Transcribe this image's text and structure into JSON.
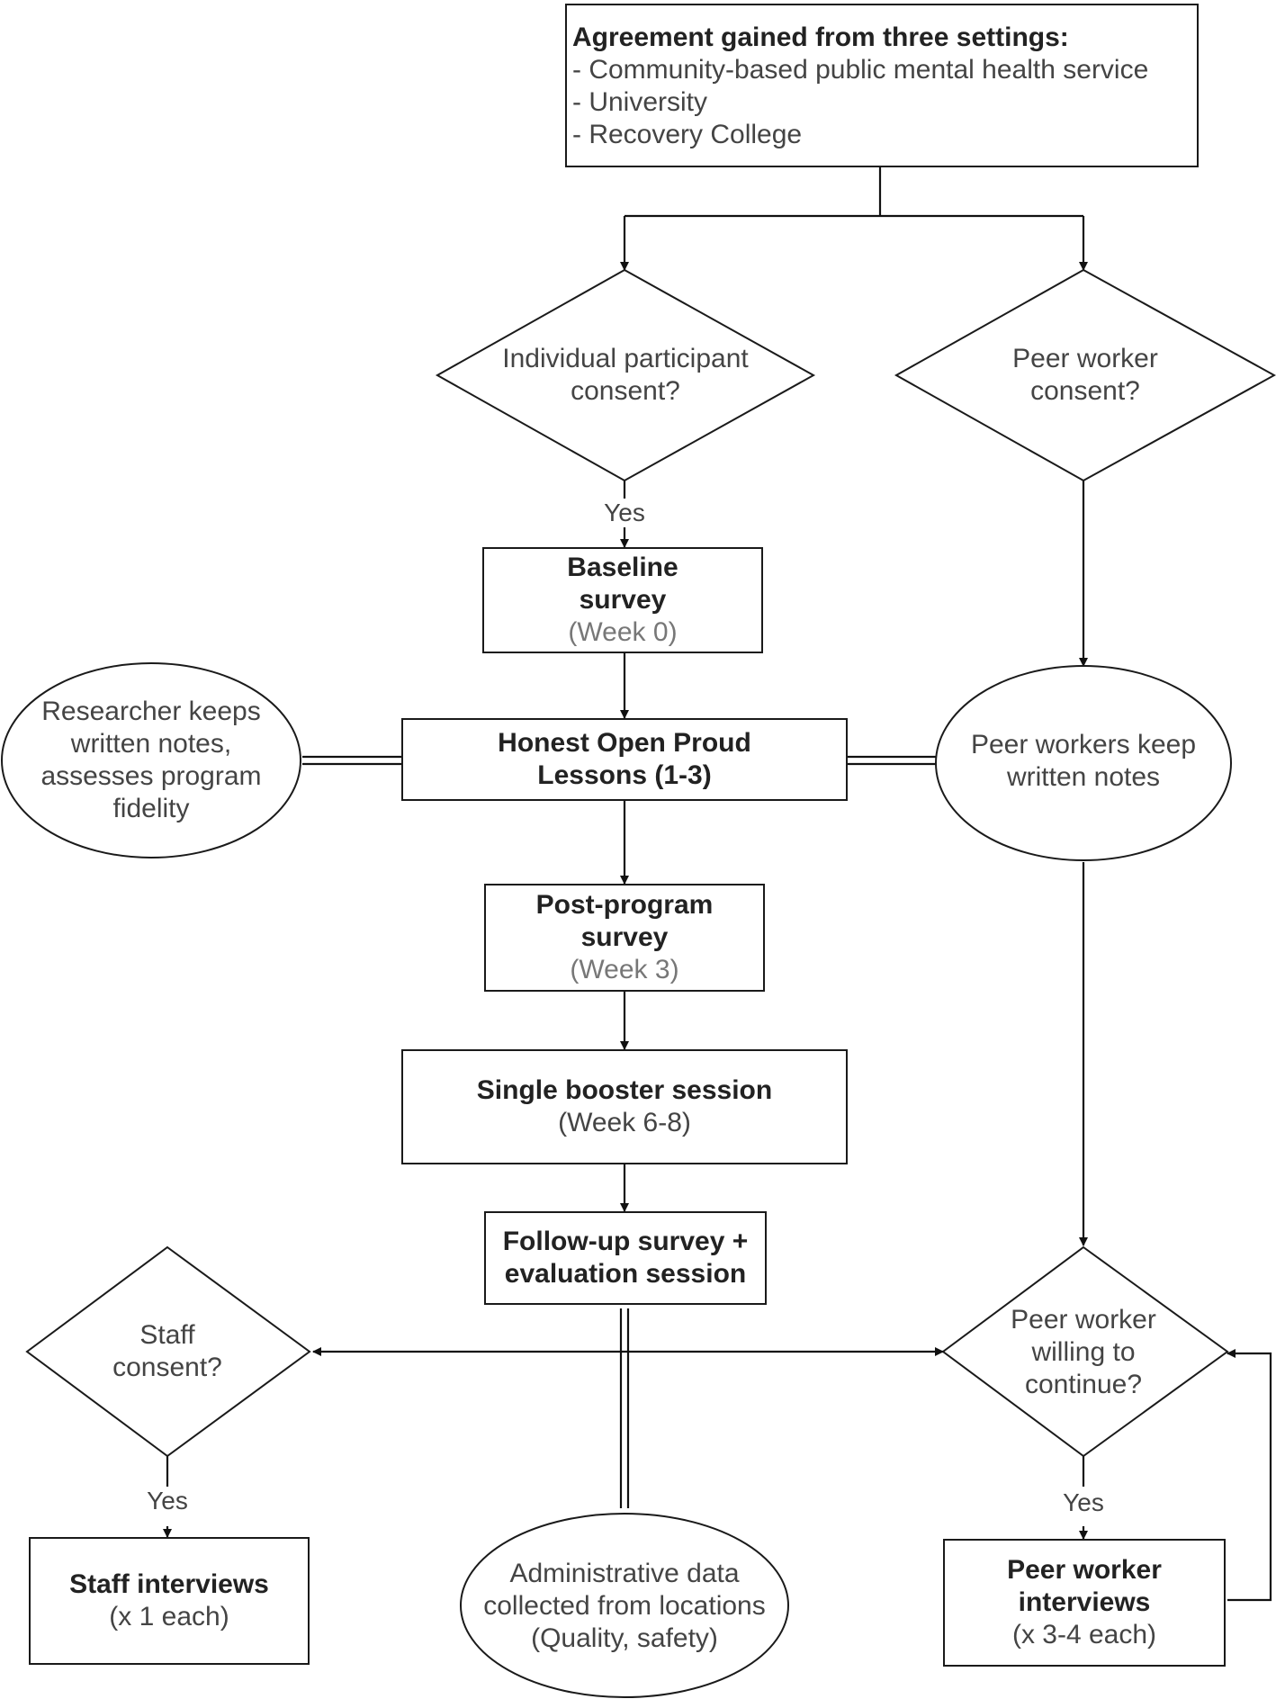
{
  "agreement": {
    "title": "Agreement gained from three settings:",
    "items": [
      "- Community-based public mental health service",
      "- University",
      "- Recovery College"
    ]
  },
  "individual_consent": {
    "line1": "Individual participant",
    "line2": "consent?"
  },
  "peer_consent": {
    "line1": "Peer worker",
    "line2": "consent?"
  },
  "yes_label": "Yes",
  "baseline": {
    "line1": "Baseline",
    "line2": "survey",
    "sub": "(Week 0)"
  },
  "lessons": {
    "line1": "Honest Open Proud",
    "line2": "Lessons (1-3)"
  },
  "researcher_notes": {
    "line1": "Researcher keeps",
    "line2": "written notes,",
    "line3": "assesses program",
    "line4": "fidelity"
  },
  "peer_notes": {
    "line1": "Peer workers keep",
    "line2": "written notes"
  },
  "post_program": {
    "line1": "Post-program",
    "line2": "survey",
    "sub": "(Week 3)"
  },
  "booster": {
    "line1": "Single booster session",
    "sub": "(Week 6-8)"
  },
  "follow_up": {
    "line1": "Follow-up survey +",
    "line2": "evaluation session"
  },
  "staff_consent": {
    "line1": "Staff",
    "line2": "consent?"
  },
  "peer_continue": {
    "line1": "Peer worker",
    "line2": "willing to",
    "line3": "continue?"
  },
  "staff_interviews": {
    "line1": "Staff interviews",
    "sub": "(x 1 each)"
  },
  "admin_data": {
    "line1": "Administrative data",
    "line2": "collected from locations",
    "line3": "(Quality, safety)"
  },
  "peer_interviews": {
    "line1": "Peer worker",
    "line2": "interviews",
    "sub": "(x 3-4 each)"
  }
}
